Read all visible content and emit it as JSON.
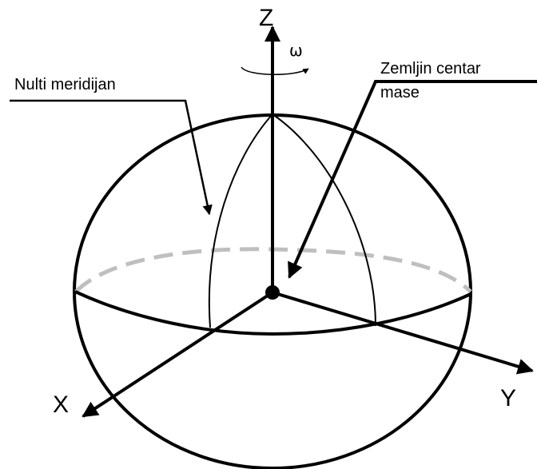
{
  "axes": {
    "z_label": "Z",
    "x_label": "X",
    "y_label": "Y"
  },
  "rotation_symbol": "ω",
  "callouts": {
    "prime_meridian": "Nulti meridijan",
    "center_of_mass_line1": "Zemljin centar",
    "center_of_mass_line2": "mase"
  },
  "colors": {
    "stroke": "#000000",
    "hidden_equator": "#bfbfbf",
    "background": "#ffffff"
  }
}
